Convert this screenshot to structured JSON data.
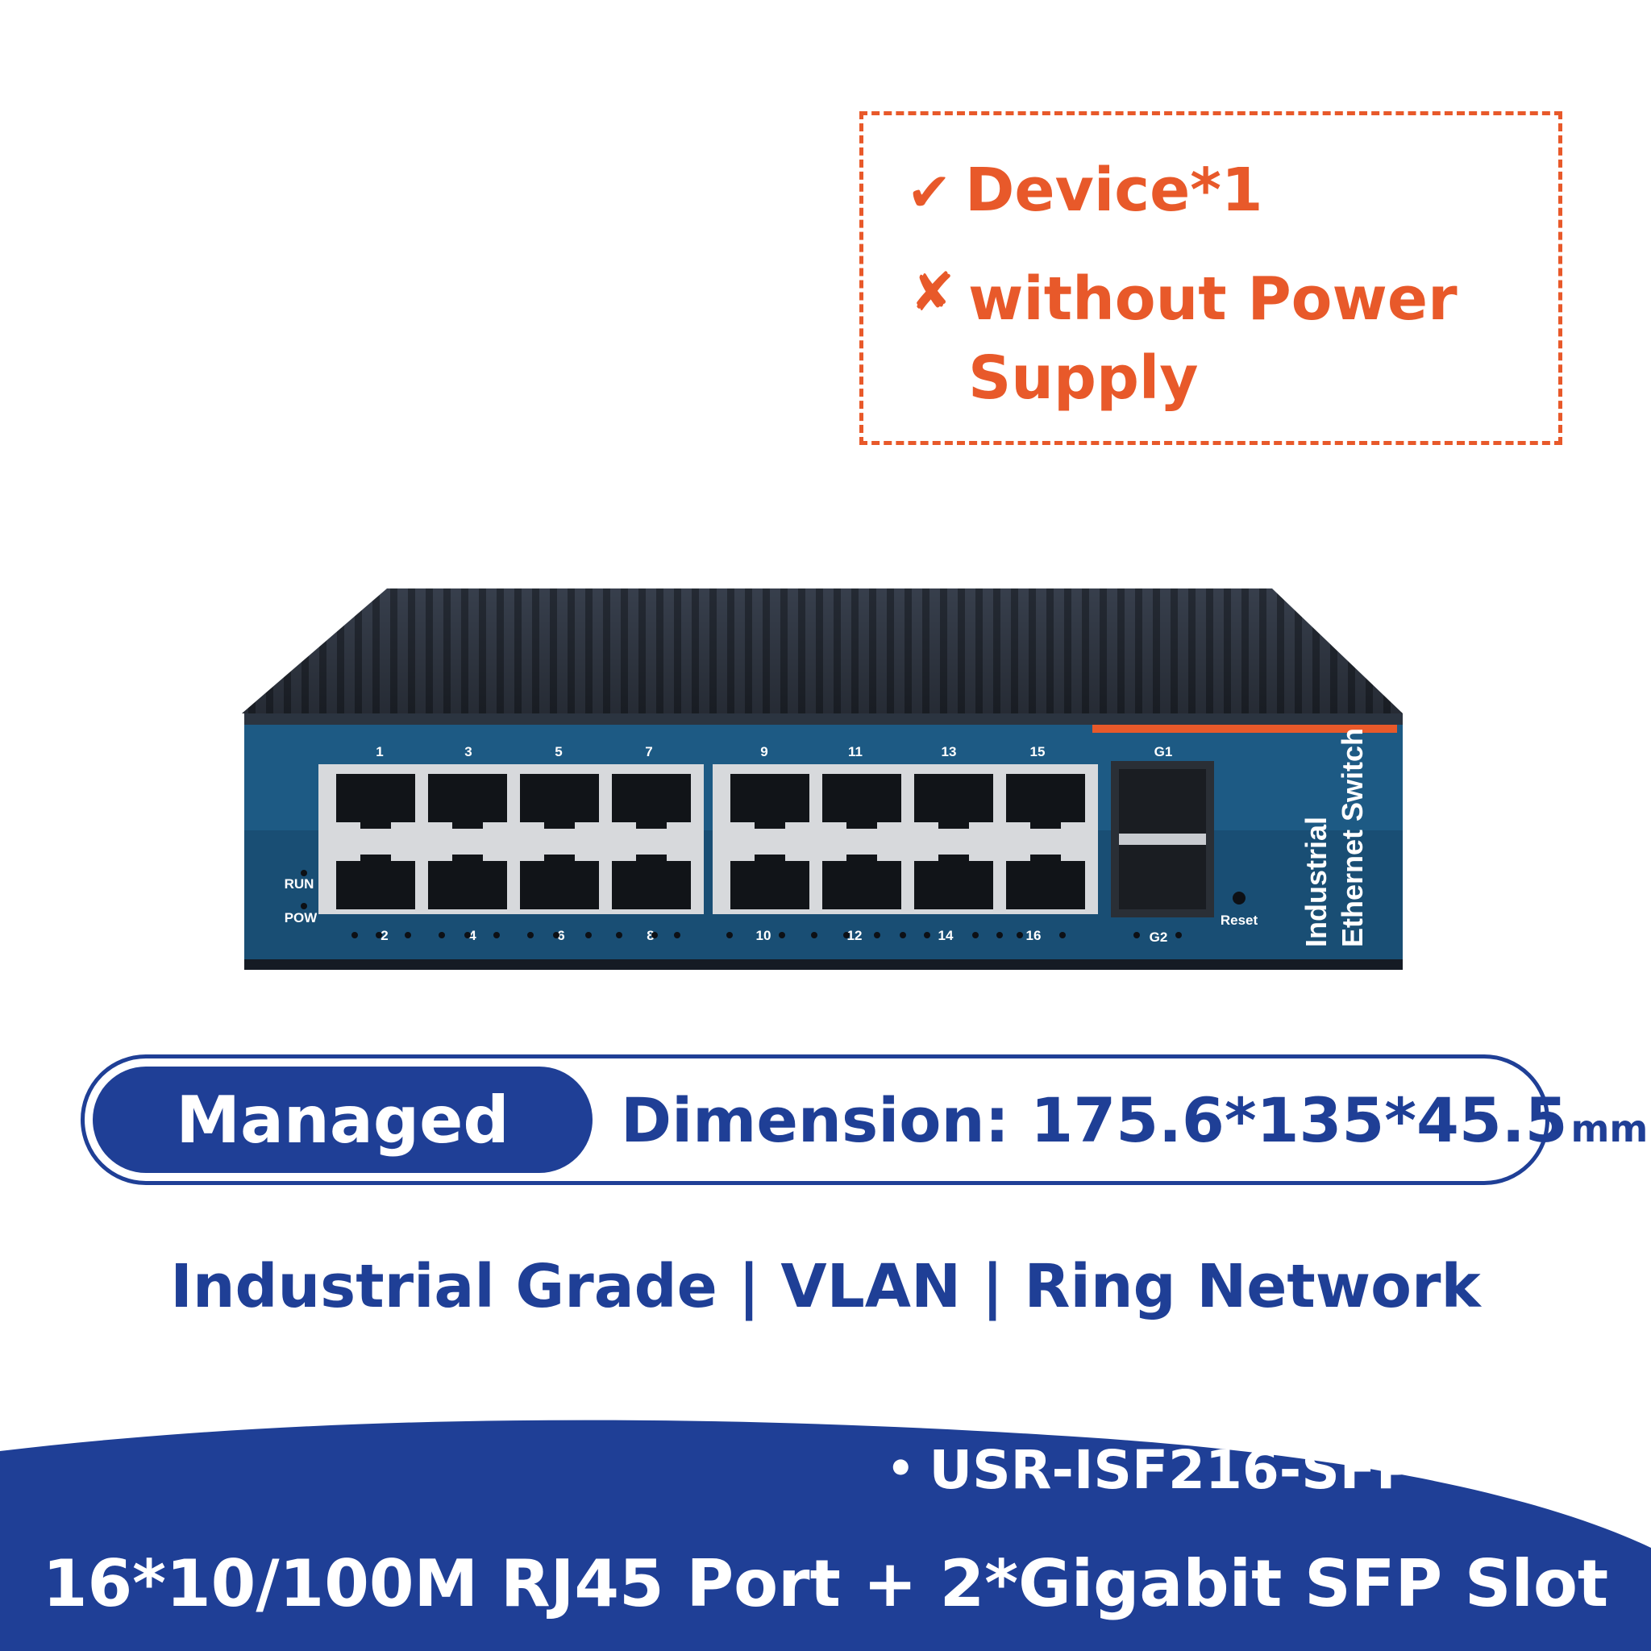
{
  "package": {
    "included_mark": "✔",
    "included": "Device*1",
    "excluded_mark": "✘",
    "excluded": "without Power Supply"
  },
  "device_labels": {
    "top_ports": [
      "1",
      "3",
      "5",
      "7",
      "9",
      "11",
      "13",
      "15"
    ],
    "bottom_ports": [
      "2",
      "4",
      "6",
      "8",
      "10",
      "12",
      "14",
      "16"
    ],
    "sfp_top": "G1",
    "sfp_bottom": "G2",
    "run": "RUN",
    "pow": "POW",
    "reset": "Reset",
    "side_line1": "Industrial",
    "side_line2": "Ethernet Switch"
  },
  "badge": {
    "label": "Managed"
  },
  "dimension": {
    "text": "Dimension: 175.6*135*45.5",
    "unit": "mm"
  },
  "features": "Industrial Grade | VLAN | Ring Network",
  "model": {
    "bullet": "•",
    "name": "USR-ISF216-SFP"
  },
  "ports_summary": "16*10/100M RJ45 Port + 2*Gigabit SFP Slot",
  "colors": {
    "accent_orange": "#e8592a",
    "brand_blue": "#1f3f96",
    "panel_blue": "#1d5a84"
  }
}
